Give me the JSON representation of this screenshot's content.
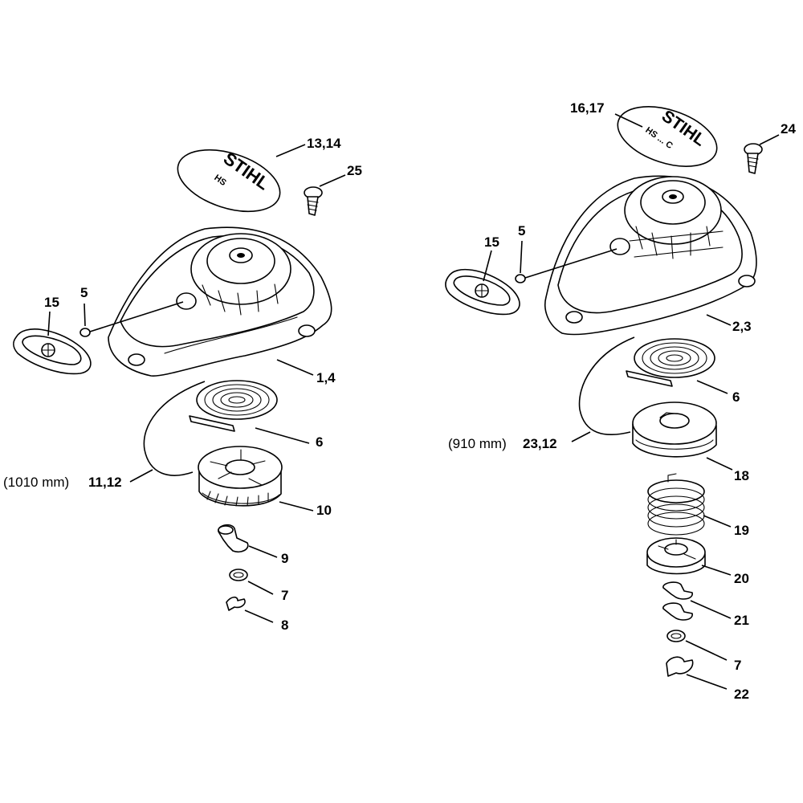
{
  "left_assembly": {
    "cover_logo": "STIHL",
    "cover_model": "HS",
    "labels": {
      "cover": "13,14",
      "screw": "25",
      "handle": "15",
      "washer": "5",
      "housing": "1,4",
      "spring": "6",
      "rope_length": "(1010 mm)",
      "rope": "11,12",
      "pulley": "10",
      "pawl": "9",
      "ring": "7",
      "clip": "8"
    }
  },
  "right_assembly": {
    "cover_logo": "STIHL",
    "cover_model": "HS ... C",
    "labels": {
      "cover": "16,17",
      "screw": "24",
      "handle": "15",
      "washer": "5",
      "housing": "2,3",
      "spring": "6",
      "rope_length": "(910 mm)",
      "rope": "23,12",
      "pulley": "18",
      "coil_spring": "19",
      "carrier": "20",
      "pawls": "21",
      "ring": "7",
      "clip": "22"
    }
  }
}
